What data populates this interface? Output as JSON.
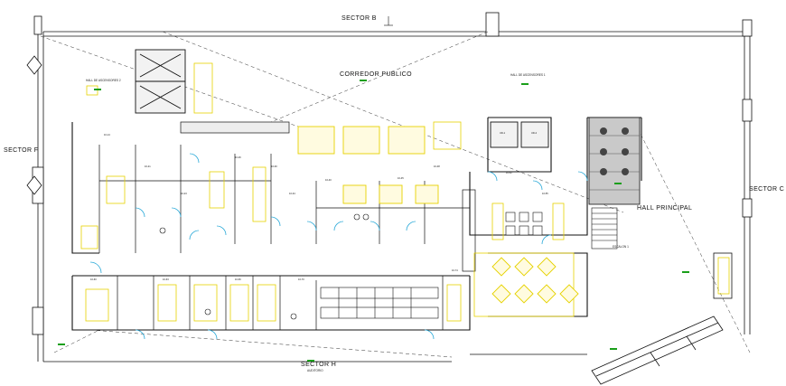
{
  "sector_labels": {
    "sector_b": "SECTOR  B",
    "sector_f": "SECTOR  F",
    "sector_c": "SECTOR  C",
    "sector_h": "SECTOR  H"
  },
  "area_labels": {
    "corredor_publico": "CORREDOR PUBLICO",
    "hall_principal": "HALL PRINCIPAL",
    "escalon": "ESCALON 1",
    "hall_ascensores_2": "HALL DE ASCENSORES 2",
    "hall_ascensores_1": "HALL DE ASCENSORES 1",
    "auditorio": "AUDITORIO"
  },
  "colors": {
    "line": "#111111",
    "furniture": "#e6d200",
    "door": "#2aa9d8",
    "text_green": "#1a9f1a",
    "hatch": "#bdbdbd"
  }
}
